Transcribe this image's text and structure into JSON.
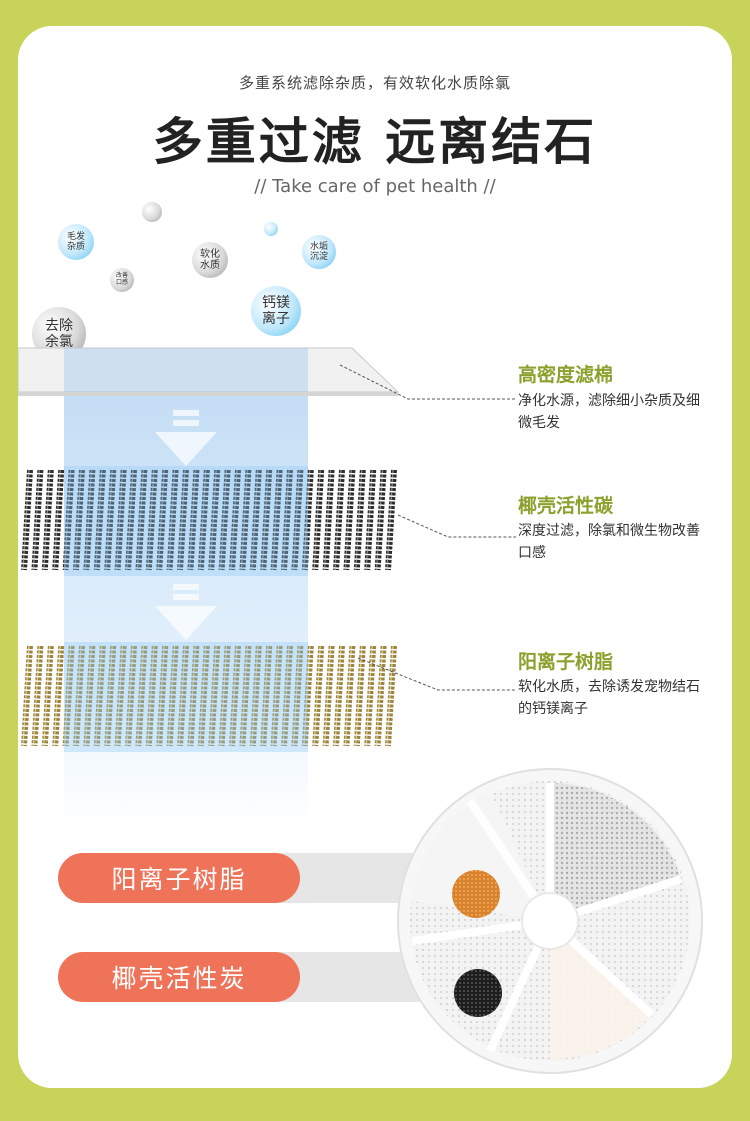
{
  "header": {
    "subtitle": "多重系统滤除杂质，有效软化水质除氯",
    "title": "多重过滤 远离结石",
    "tagline": "// Take care of pet health //"
  },
  "bubbles": [
    {
      "text": "毛发杂质",
      "style": "blue"
    },
    {
      "text": "改善口感",
      "style": "gray"
    },
    {
      "text": "软化水质",
      "style": "gray"
    },
    {
      "text": "水垢沉淀",
      "style": "blue"
    },
    {
      "text": "钙镁离子",
      "style": "blue"
    },
    {
      "text": "去除余氯",
      "style": "gray"
    }
  ],
  "layers": [
    {
      "label": "高密度滤棉",
      "desc": "净化水源，滤除细小杂质及细微毛发"
    },
    {
      "label": "椰壳活性碳",
      "desc": "深度过滤，除氯和微生物改善口感"
    },
    {
      "label": "阳离子树脂",
      "desc": "软化水质，去除诱发宠物结石的钙镁离子"
    }
  ],
  "pills": [
    {
      "label": "阳离子树脂"
    },
    {
      "label": "椰壳活性炭"
    }
  ],
  "colors": {
    "background": "#c8d35a",
    "accent_green": "#8aa12c",
    "pill_orange": "#ee7359",
    "beam_blue": "#8cbeeb",
    "resin_gold": "#9a8440",
    "carbon_dark": "#2d2d2d"
  }
}
